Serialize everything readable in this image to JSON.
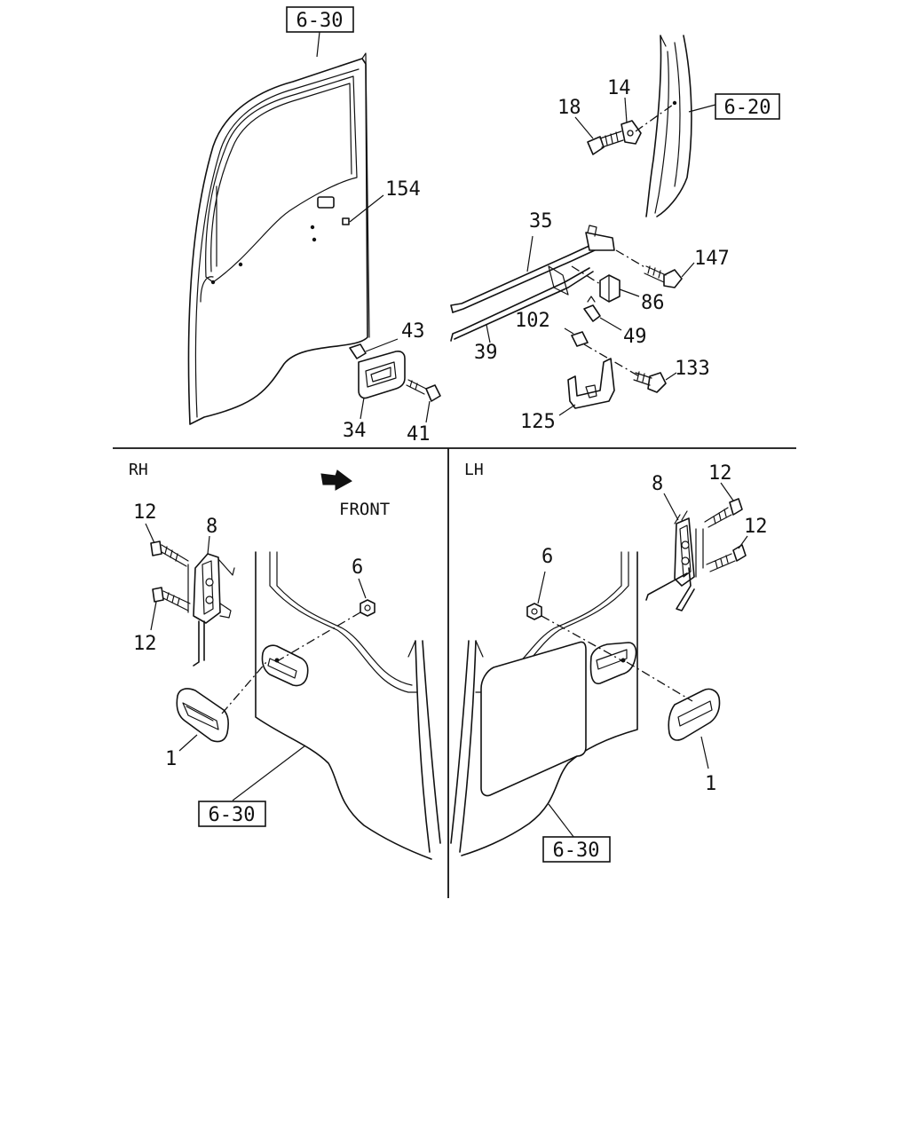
{
  "diagram": {
    "side_labels": {
      "right": "RH",
      "left": "LH"
    },
    "direction_label": "FRONT",
    "reference_boxes": {
      "top_door": "6-30",
      "top_cab": "6-20",
      "rh_door": "6-30",
      "lh_door": "6-30"
    },
    "callouts_upper": {
      "p18": "18",
      "p14": "14",
      "p154": "154",
      "p35": "35",
      "p147": "147",
      "p86": "86",
      "p102": "102",
      "p49": "49",
      "p39": "39",
      "p43": "43",
      "p133": "133",
      "p34": "34",
      "p41": "41",
      "p125": "125"
    },
    "callouts_rh": {
      "p12a": "12",
      "p8": "8",
      "p12b": "12",
      "p6": "6",
      "p1": "1"
    },
    "callouts_lh": {
      "p8": "8",
      "p12a": "12",
      "p12b": "12",
      "p6": "6",
      "p1": "1"
    },
    "colors": {
      "ink": "#111111",
      "paper": "#ffffff"
    }
  }
}
